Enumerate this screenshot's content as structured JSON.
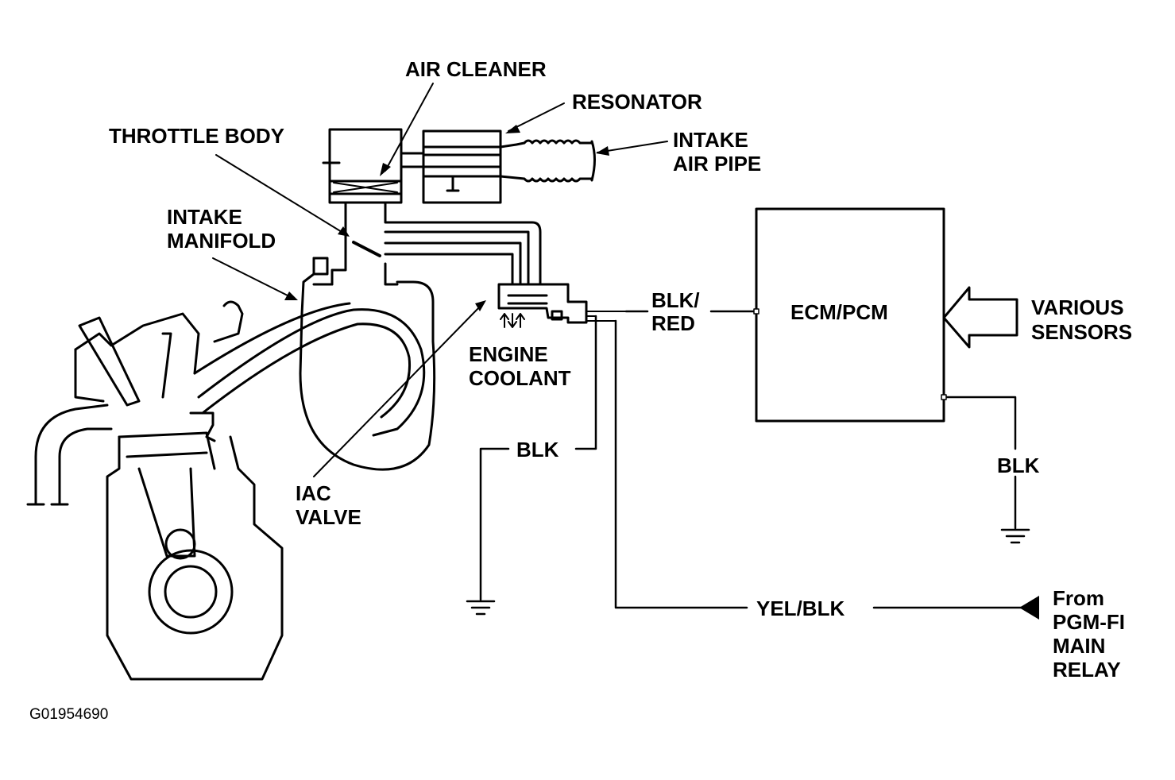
{
  "labels": {
    "air_cleaner": "AIR CLEANER",
    "resonator": "RESONATOR",
    "throttle_body": "THROTTLE BODY",
    "intake_air_pipe_1": "INTAKE",
    "intake_air_pipe_2": "AIR PIPE",
    "intake_manifold_1": "INTAKE",
    "intake_manifold_2": "MANIFOLD",
    "engine_coolant_1": "ENGINE",
    "engine_coolant_2": "COOLANT",
    "iac_valve_1": "IAC",
    "iac_valve_2": "VALVE",
    "ecm_pcm": "ECM/PCM",
    "various_sensors_1": "VARIOUS",
    "various_sensors_2": "SENSORS",
    "from_1": "From",
    "from_2": "PGM-FI",
    "from_3": "MAIN",
    "from_4": "RELAY"
  },
  "wires": {
    "blk_red_1": "BLK/",
    "blk_red_2": "RED",
    "blk_left": "BLK",
    "blk_right": "BLK",
    "yel_blk": "YEL/BLK"
  },
  "figure_id": "G01954690",
  "colors": {
    "ink": "#000000",
    "paper": "#ffffff"
  }
}
